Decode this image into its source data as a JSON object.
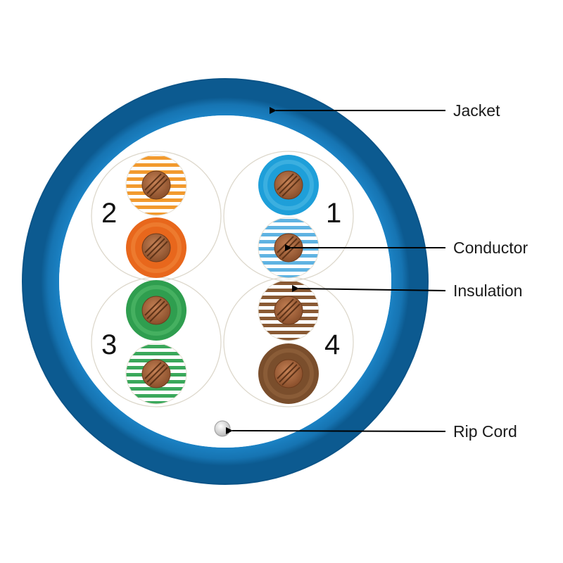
{
  "labels": {
    "jacket": "Jacket",
    "conductor": "Conductor",
    "insulation": "Insulation",
    "rip_cord": "Rip Cord"
  },
  "pairs": [
    {
      "number": "1",
      "solid_color": "blue",
      "striped_color": "blue-white"
    },
    {
      "number": "2",
      "solid_color": "orange",
      "striped_color": "orange-white"
    },
    {
      "number": "3",
      "solid_color": "green",
      "striped_color": "green-white"
    },
    {
      "number": "4",
      "solid_color": "brown",
      "striped_color": "brown-white"
    }
  ],
  "colors": {
    "jacket": "#1877b5",
    "jacket_dark": "#0d5a8e",
    "blue": "#1e9fd9",
    "orange": "#f29a2e",
    "orange_solid": "#e8671c",
    "green": "#2f9e4f",
    "brown": "#7a4e2c",
    "copper": "#a8653a",
    "rip_cord": "#d8d8d8"
  }
}
